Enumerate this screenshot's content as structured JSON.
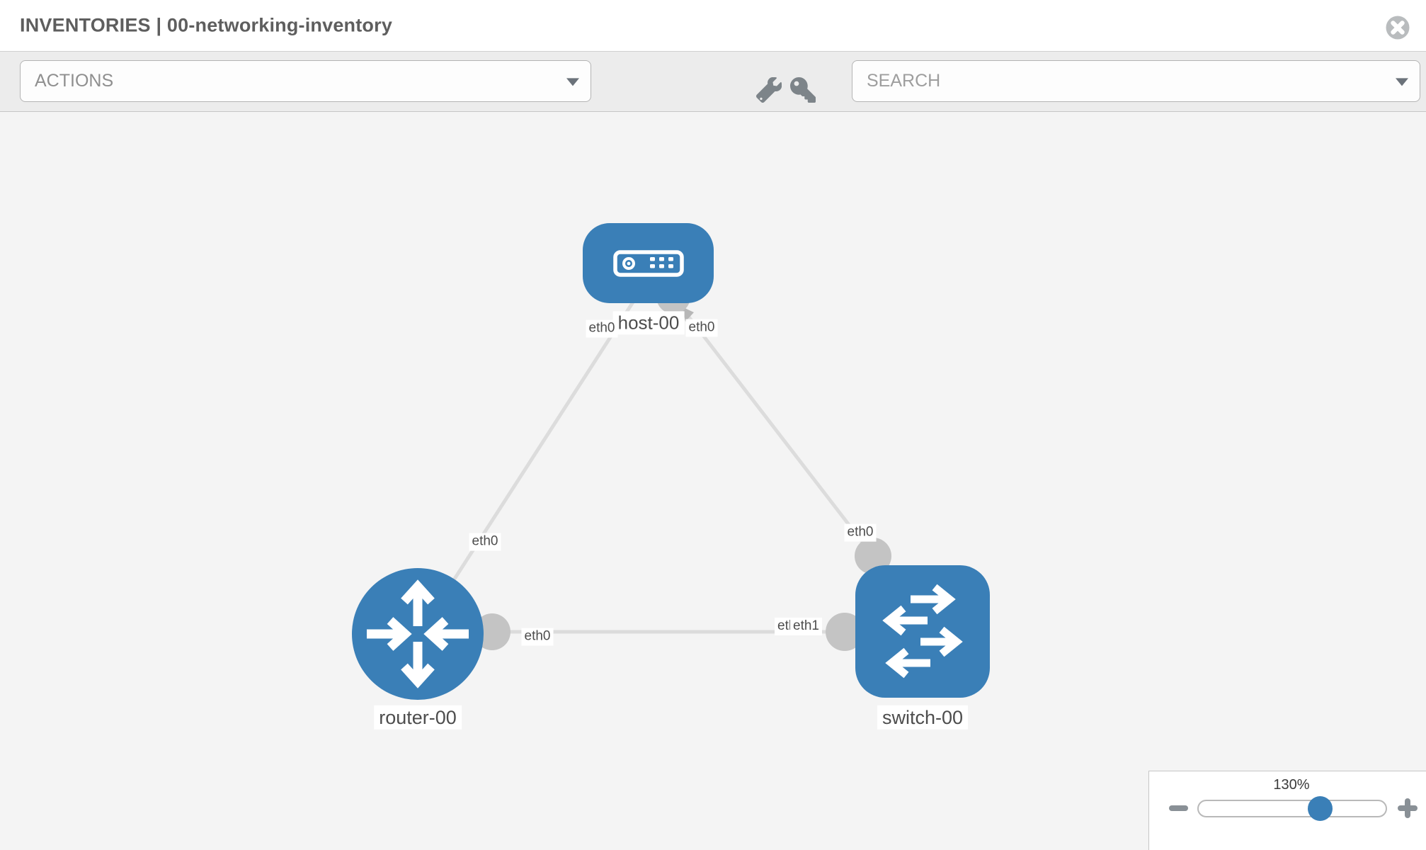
{
  "header": {
    "title": "INVENTORIES | 00-networking-inventory"
  },
  "toolbar": {
    "actions_label": "ACTIONS",
    "search_placeholder": "SEARCH"
  },
  "icons": {
    "close": "circle-x-icon",
    "actions_caret": "chevron-down-icon",
    "search_caret": "chevron-down-icon",
    "tools": "wrench-icon",
    "credentials": "key-icon",
    "zoom_out": "minus-icon",
    "zoom_in": "plus-icon"
  },
  "colors": {
    "node_blue": "#3a7fb7",
    "canvas_bg": "#f4f4f4",
    "link_gray": "#dcdcdc",
    "connector_gray": "#c4c4c4"
  },
  "diagram": {
    "nodes": [
      {
        "id": "host-00",
        "type": "host",
        "label": "host-00"
      },
      {
        "id": "router-00",
        "type": "router",
        "label": "router-00"
      },
      {
        "id": "switch-00",
        "type": "switch",
        "label": "switch-00"
      }
    ],
    "links": [
      {
        "source": "host-00",
        "source_interface": "eth0",
        "target": "router-00",
        "target_interface": "eth0"
      },
      {
        "source": "host-00",
        "source_interface": "eth0",
        "target": "switch-00",
        "target_interface": "eth0"
      },
      {
        "source": "router-00",
        "source_interface": "eth0",
        "target": "switch-00",
        "target_interface": "eth1",
        "target_interface_occluded": "eth0"
      }
    ]
  },
  "zoom": {
    "level_label": "130%",
    "percent": 130
  }
}
